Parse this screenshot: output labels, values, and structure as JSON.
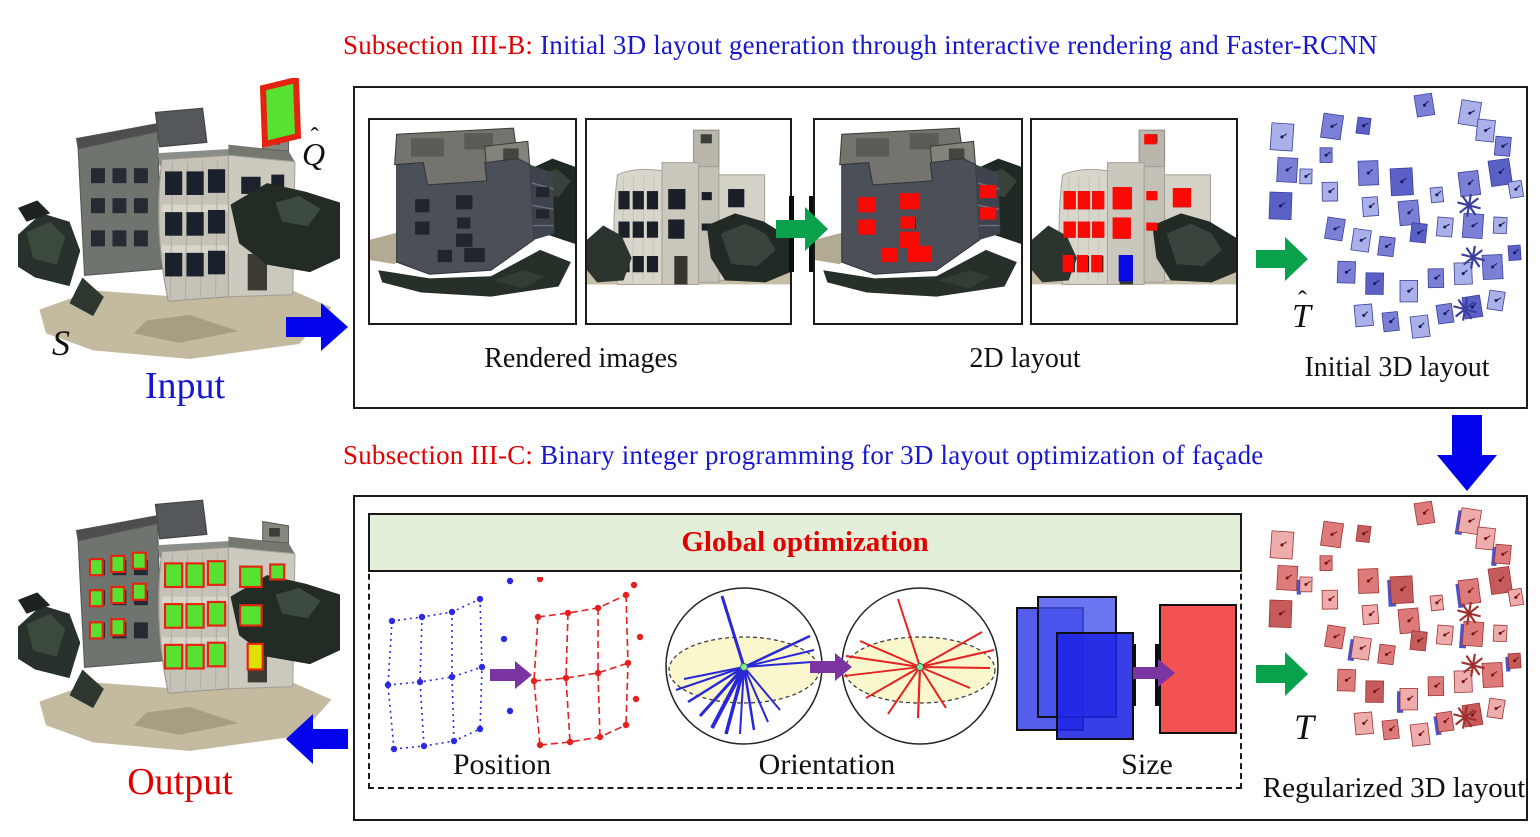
{
  "titles": {
    "section_b": {
      "prefix": "Subsection III-B:",
      "rest": " Initial 3D layout generation through interactive rendering and Faster-RCNN"
    },
    "section_c": {
      "prefix": "Subsection III-C:",
      "rest": " Binary integer programming for 3D layout optimization of façade"
    }
  },
  "input_panel": {
    "model_label": "S",
    "proxy_letter": "Q",
    "proxy_hat": "ˆ",
    "caption": "Input"
  },
  "output_panel": {
    "caption": "Output"
  },
  "stage1": {
    "rendered_caption": "Rendered images",
    "layout2d_caption": "2D layout",
    "initial3d_caption": "Initial 3D layout",
    "t_letter": "T",
    "t_hat": "ˆ"
  },
  "stage2": {
    "header": "Global optimization",
    "position_caption": "Position",
    "orientation_caption": "Orientation",
    "size_caption": "Size",
    "t_letter": "T",
    "regularized_caption": "Regularized 3D layout"
  },
  "colors": {
    "title_red": "#e10000",
    "title_blue": "#1717cf",
    "arrow_blue": "#0404ec",
    "arrow_green": "#09a14c",
    "arrow_purple": "#7b35a2",
    "header_bg": "#e4efd9",
    "detect_red": "#fb0905",
    "detect_blue": "#0a0ae0",
    "quad_blue_fill": "#7b80d6",
    "quad_blue_light": "#aab0e8",
    "quad_blue_dark": "#5b60c6",
    "quad_red_fill": "#dd7b7b",
    "quad_red_light": "#eeadad",
    "quad_red_dark": "#c65b5b",
    "window_green": "#57e231",
    "window_yellow": "#dde000",
    "window_border_red": "#e52310",
    "sphere_plane_yellow": "#f9f7cb"
  }
}
